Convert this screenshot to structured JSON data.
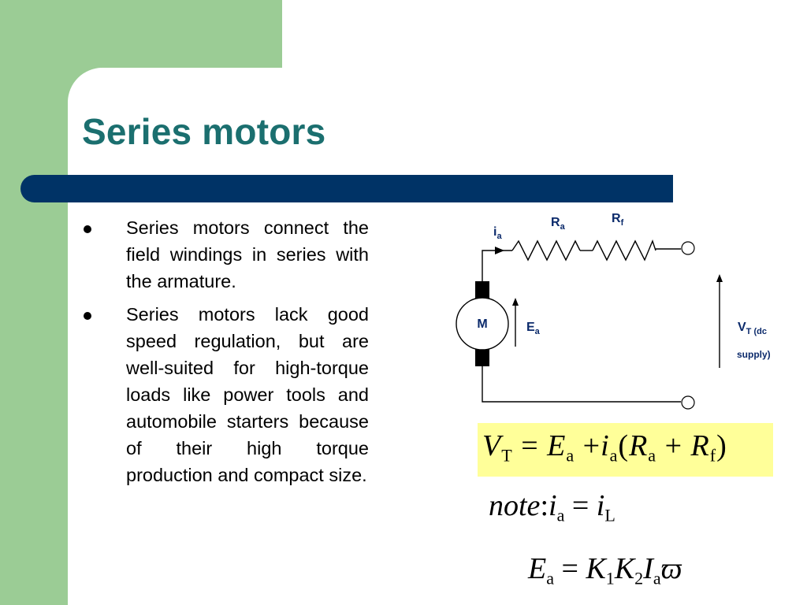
{
  "slide": {
    "title": "Series motors",
    "bullets": [
      "Series motors connect the field windings in series with the armature.",
      "Series motors lack good speed regulation, but are well-suited for high-torque loads like power tools and automobile starters because of their high torque production and compact size."
    ]
  },
  "circuit": {
    "current_label": "i",
    "current_sub": "a",
    "ra_label": "R",
    "ra_sub": "a",
    "rf_label": "R",
    "rf_sub": "f",
    "motor_label": "M",
    "emf_label": "E",
    "emf_sub": "a",
    "vt_label": "V",
    "vt_sub": "T (dc",
    "vt_line2": "supply)"
  },
  "equations": {
    "eq1": {
      "lhs": "V",
      "lhs_sub": "T",
      "eq": "=",
      "e": "E",
      "e_sub": "a",
      "plus": "+",
      "i": "i",
      "i_sub": "a",
      "open": "(",
      "r1": "R",
      "r1_sub": "a",
      "plus2": "+",
      "r2": "R",
      "r2_sub": "f",
      "close": ")"
    },
    "eq2": {
      "note": "note",
      "colon": ":",
      "i": "i",
      "i_sub": "a",
      "eq": "=",
      "il": "i",
      "il_sub": "L"
    },
    "eq3": {
      "e": "E",
      "e_sub": "a",
      "eq": "=",
      "k1": "K",
      "k1_sub": "1",
      "k2": "K",
      "k2_sub": "2",
      "i": "I",
      "i_sub": "a",
      "omega": "ϖ"
    }
  },
  "colors": {
    "green_band": "#9bcc95",
    "title_bar": "#003366",
    "title": "#1b6f6f",
    "circuit_label": "#0b2a6b",
    "equation_highlight": "#ffff99"
  }
}
